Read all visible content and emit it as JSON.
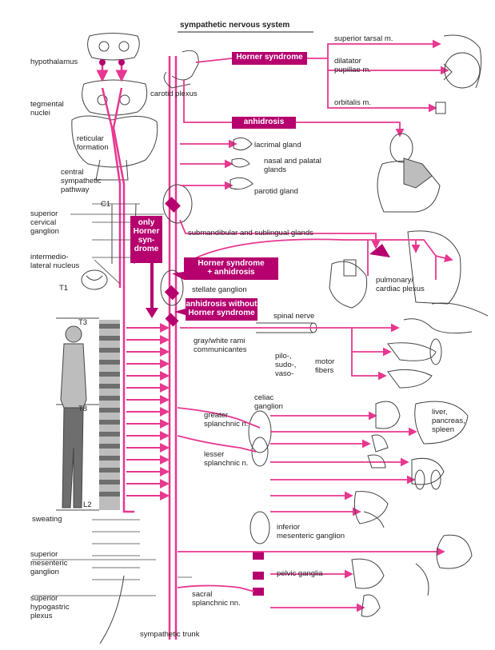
{
  "title": "sympathetic nervous system",
  "colors": {
    "accent": "#b5006e",
    "pink_line": "#e8378f",
    "gray": "#bdbdbd",
    "dark_gray": "#6e6e6e"
  },
  "boxes": {
    "horner": "Horner syndrome",
    "anhidrosis": "anhidrosis",
    "only_horner": "only\nHorner\nsyn-\ndrome",
    "horner_anhidrosis": "Horner syndrome\n+ anhidrosis",
    "anhidrosis_without": "anhidrosis without\nHorner syndrome"
  },
  "labels": {
    "hypothalamus": "hypothalamus",
    "tegmental": "tegmental\nnuclei",
    "reticular": "reticular\nformation",
    "central_pathway": "central\nsympathetic\npathway",
    "superior_cervical": "superior\ncervical\nganglion",
    "c1": "C1",
    "intermediolateral": "intermedio-\nlateral nucleus",
    "t1": "T1",
    "t3": "T3",
    "t8": "T8",
    "l2": "L2",
    "sweating": "sweating",
    "superior_mesenteric": "superior\nmesenteric\nganglion",
    "superior_hypogastric": "superior\nhypogastric\nplexus",
    "sympathetic_trunk": "sympathetic trunk",
    "sacral_splanchnic": "sacral\nsplanchnic nn.",
    "pelvic_ganglia": "pelvic ganglia",
    "inferior_mesenteric": "inferior\nmesenteric ganglion",
    "lesser_splanchnic": "lesser\nsplanchnic n.",
    "greater_splanchnic": "greater\nsplanchnic n.",
    "celiac": "celiac\nganglion",
    "gray_white_rami": "gray/white rami\ncommunicantes",
    "spinal_nerve": "spinal nerve",
    "pilo": "pilo-,\nsudo-,\nvaso-",
    "motor_fibers": "motor\nfibers",
    "stellate": "stellate ganglion",
    "pulmonary": "pulmonary/\ncardiac plexus",
    "submandibular": "submandibular and sublingual glands",
    "parotid": "parotid gland",
    "nasal_palatal": "nasal and palatal\nglands",
    "lacrimal": "lacrimal gland",
    "carotid": "carotid plexus",
    "superior_tarsal": "superior tarsal m.",
    "dilatator": "dilatator\npupillae m.",
    "orbitalis": "orbitalis m.",
    "liver": "liver,\npancreas,\nspleen"
  }
}
